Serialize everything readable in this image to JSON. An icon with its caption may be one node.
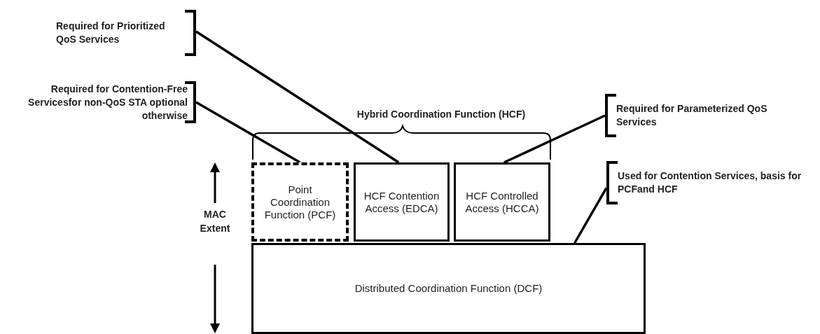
{
  "diagram": {
    "nodes": [
      {
        "text": [
          "Required for Prioritized QoS Services"
        ]
      },
      {
        "text": [
          "Required for Contention-Free Servicesfor non-QoS STA optional otherwise"
        ]
      },
      {
        "text": [
          "Required for Parameterized QoS Services"
        ]
      },
      {
        "text": [
          "Point Coordination Function (PCF)"
        ]
      },
      {
        "text": [
          "HCF Contention Access (EDCA)"
        ]
      },
      {
        "text": [
          "HCF Controlled Access (HCCA)"
        ]
      },
      {
        "text": [
          "Used for Contention Services, basis for PCFand HCF"
        ]
      },
      {
        "text": [
          "Distributed Coordination Function (DCF)"
        ]
      }
    ],
    "edges": [
      {
        "from": 0,
        "to": 4,
        "arrow": "none"
      },
      {
        "from": 1,
        "to": 3,
        "arrow": "none"
      },
      {
        "from": 2,
        "to": 5,
        "arrow": "none"
      },
      {
        "from": 6,
        "to": 7,
        "arrow": "none"
      }
    ],
    "labels": [
      "Hybrid Coordination Function (HCF)",
      "MAC Extent"
    ]
  }
}
